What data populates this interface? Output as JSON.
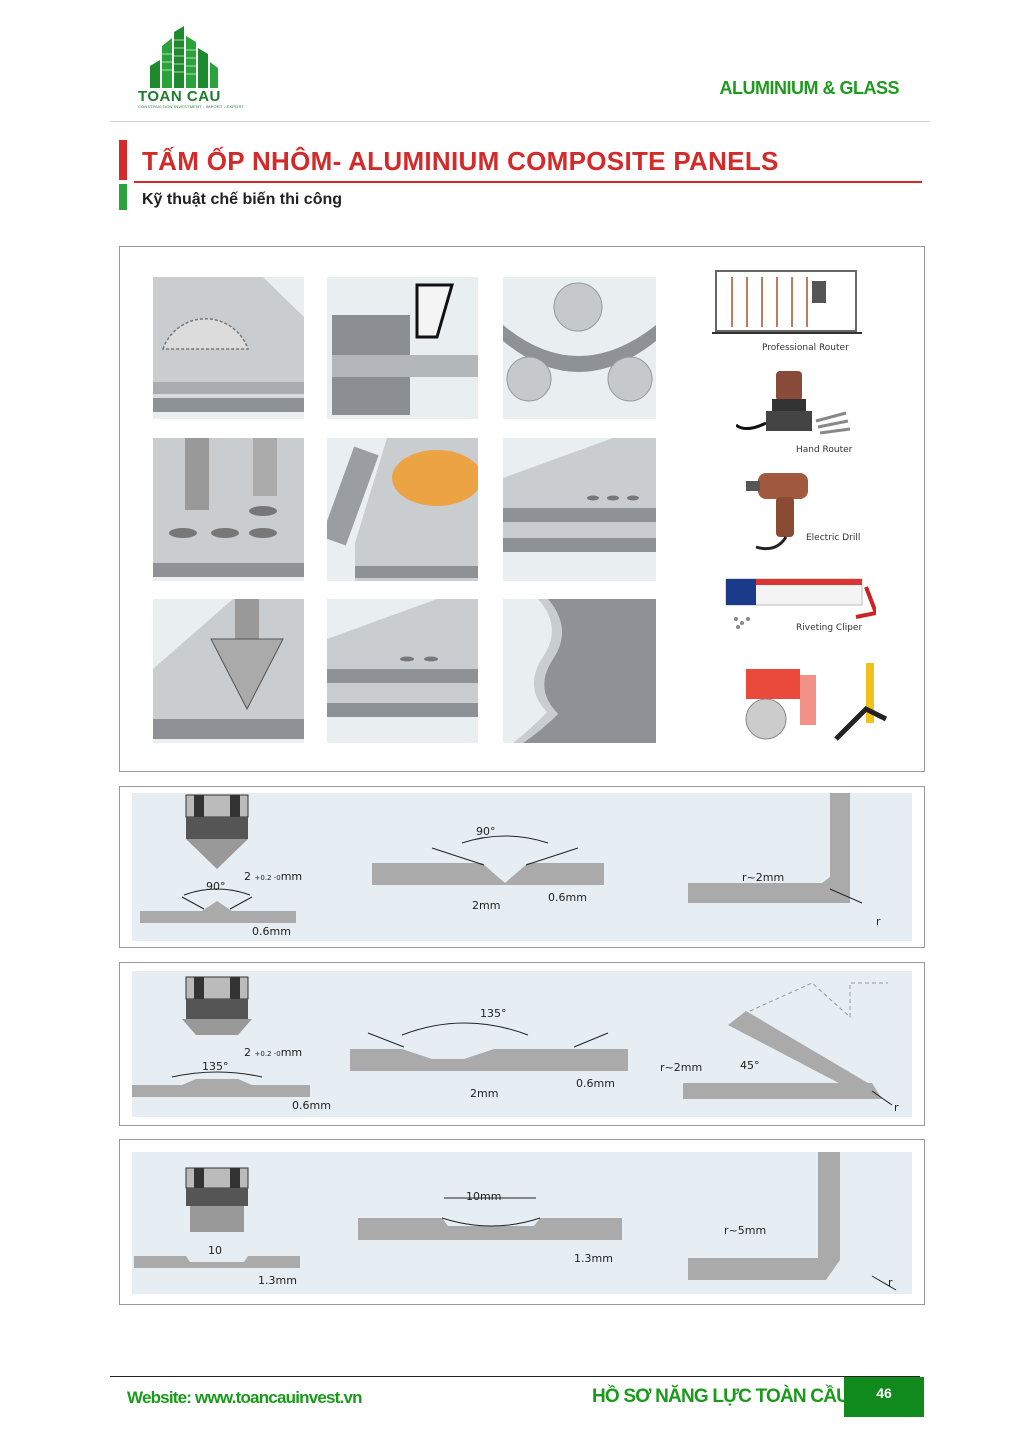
{
  "header": {
    "logo_name": "TOAN CAU",
    "logo_tagline": "CONSTRUCTION INVESTMENT - IMPORT - EXPORT",
    "section": "ALUMINIUM & GLASS"
  },
  "title": {
    "main": "TẤM ỐP NHÔM- ALUMINIUM COMPOSITE PANELS",
    "sub": "Kỹ thuật chế biến thi công"
  },
  "tools": [
    {
      "label": "Professional Router"
    },
    {
      "label": "Hand Router"
    },
    {
      "label": "Electric Drill"
    },
    {
      "label": "Riveting Cliper"
    }
  ],
  "diagrams": {
    "row1": {
      "bit_gap": "2",
      "bit_tol": "+0.2 -0",
      "bit_unit": "mm",
      "bit_angle": "90°",
      "bit_depth": "0.6mm",
      "groove_angle": "90°",
      "groove_width": "2mm",
      "groove_depth": "0.6mm",
      "bend_radius": "r~2mm",
      "bend_r": "r"
    },
    "row2": {
      "bit_gap": "2",
      "bit_tol": "+0.2 -0",
      "bit_unit": "mm",
      "bit_angle": "135°",
      "bit_depth": "0.6mm",
      "groove_angle": "135°",
      "groove_width": "2mm",
      "groove_depth": "0.6mm",
      "bend_radius": "r~2mm",
      "bend_angle": "45°",
      "bend_r": "r"
    },
    "row3": {
      "bit_width": "10",
      "bit_depth": "1.3mm",
      "groove_width": "10mm",
      "groove_depth": "1.3mm",
      "bend_radius": "r~5mm",
      "bend_r": "r"
    }
  },
  "footer": {
    "website": "Website: www.toancauinvest.vn",
    "company": "HỒ SƠ NĂNG LỰC TOÀN CẦU",
    "page": "46"
  }
}
